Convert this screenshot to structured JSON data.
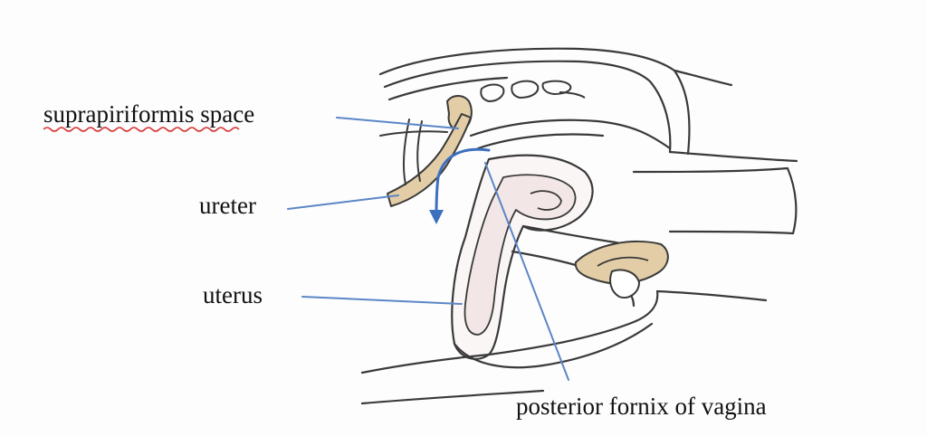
{
  "labels": {
    "suprapiriformis": "suprapiriformis space",
    "ureter": "ureter",
    "uterus": "uterus",
    "posterior_fornix": "posterior fornix of vagina"
  },
  "colors": {
    "sketch_line": "#3a3a3a",
    "structure_fill": "#e3cda6",
    "structure_fill_light": "#f3e6e6",
    "leader_line": "#5b86c6",
    "arrow": "#3d6fbf",
    "spellcheck_underline": "#d93a3a"
  }
}
